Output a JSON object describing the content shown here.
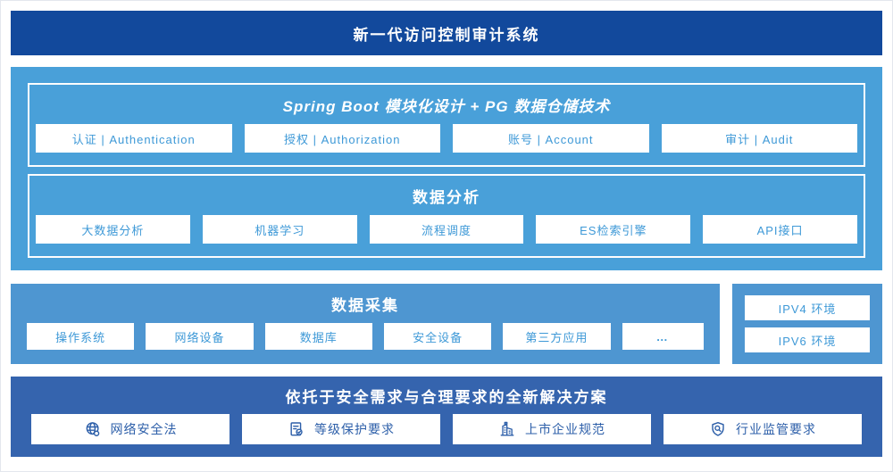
{
  "banner": {
    "title": "新一代访问控制审计系统"
  },
  "platform": {
    "tech": {
      "title": "Spring Boot 模块化设计 + PG 数据仓储技术",
      "modules": [
        "认证 | Authentication",
        "授权 | Authorization",
        "账号 | Account",
        "审计 | Audit"
      ]
    },
    "analysis": {
      "title": "数据分析",
      "modules": [
        "大数据分析",
        "机器学习",
        "流程调度",
        "ES检索引擎",
        "API接口"
      ]
    }
  },
  "collection": {
    "title": "数据采集",
    "sources": [
      "操作系统",
      "网络设备",
      "数据库",
      "安全设备",
      "第三方应用",
      "…"
    ],
    "environments": [
      "IPV4 环境",
      "IPV6 环境"
    ]
  },
  "solution": {
    "title": "依托于安全需求与合理要求的全新解决方案",
    "items": [
      {
        "icon": "globe-icon",
        "label": "网络安全法"
      },
      {
        "icon": "document-check-icon",
        "label": "等级保护要求"
      },
      {
        "icon": "building-icon",
        "label": "上市企业规范"
      },
      {
        "icon": "shield-search-icon",
        "label": "行业监管要求"
      }
    ]
  },
  "colors": {
    "banner_bg": "#12499C",
    "platform_bg": "#49A0D9",
    "collection_bg": "#4E96D1",
    "solution_bg": "#3564AE",
    "box_text_blue": "#3E99D7",
    "solution_text_blue": "#2D5FA9"
  }
}
